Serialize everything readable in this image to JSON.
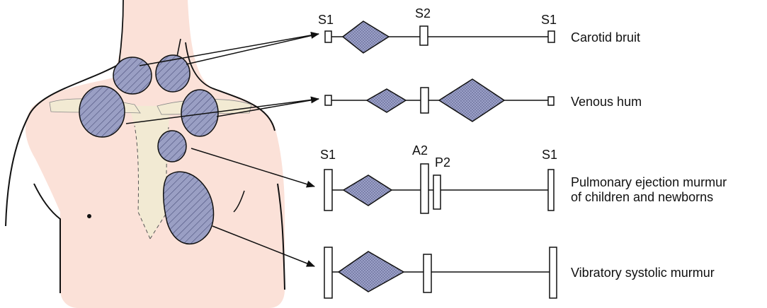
{
  "colors": {
    "skin": "#fbe1d8",
    "bone": "#f2ead3",
    "lesion_fill": "#9a9fc4",
    "murmur_fill": "#9ba0c8",
    "ink": "#111111"
  },
  "rows": [
    {
      "name": "Carotid bruit",
      "markers": [
        {
          "label": "S1"
        },
        {
          "label": "S2"
        },
        {
          "label": "S1"
        }
      ]
    },
    {
      "name": "Venous hum",
      "markers": [
        {
          "label": ""
        },
        {
          "label": ""
        },
        {
          "label": ""
        }
      ]
    },
    {
      "name_line1": "Pulmonary ejection murmur",
      "name_line2": "of children and newborns",
      "markers": [
        {
          "label": "S1"
        },
        {
          "label": "A2"
        },
        {
          "label": "P2"
        },
        {
          "label": "S1"
        }
      ]
    },
    {
      "name": "Vibratory systolic murmur",
      "markers": [
        {
          "label": ""
        },
        {
          "label": ""
        },
        {
          "label": ""
        }
      ]
    }
  ]
}
